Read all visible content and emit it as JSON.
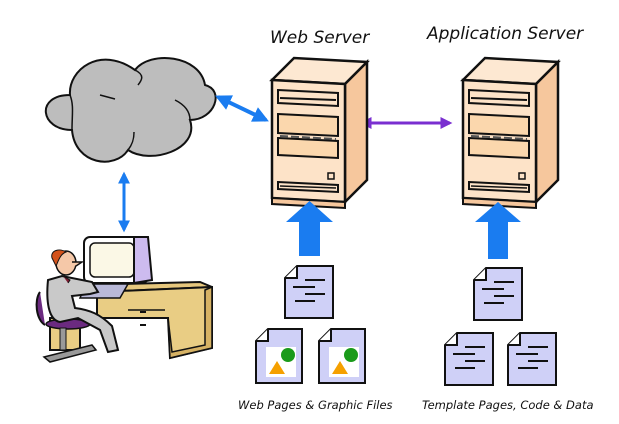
{
  "diagram": {
    "nodes": {
      "internet": {
        "label": "",
        "icon": "cloud-icon",
        "fill": "#bdbdbd"
      },
      "client": {
        "label": "",
        "icon": "user-at-computer-icon"
      },
      "web_server": {
        "label": "Web Server",
        "icon": "server-tower-icon"
      },
      "app_server": {
        "label": "Application Server",
        "icon": "server-tower-icon"
      },
      "web_files": {
        "caption": "Web Pages & Graphic Files",
        "documents": [
          "text-document-icon",
          "image-document-icon",
          "image-document-icon"
        ]
      },
      "app_files": {
        "caption": "Template Pages, Code & Data",
        "documents": [
          "text-document-icon",
          "text-document-icon",
          "text-document-icon"
        ]
      }
    },
    "edges": [
      {
        "from": "internet",
        "to": "web_server",
        "direction": "both",
        "color": "#1a7cf0"
      },
      {
        "from": "internet",
        "to": "client",
        "direction": "both",
        "color": "#1a7cf0"
      },
      {
        "from": "web_server",
        "to": "app_server",
        "direction": "both",
        "color": "#7a2fd0"
      },
      {
        "from": "web_files",
        "to": "web_server",
        "direction": "forward",
        "color": "#1a7cf0"
      },
      {
        "from": "app_files",
        "to": "app_server",
        "direction": "forward",
        "color": "#1a7cf0"
      }
    ],
    "colors": {
      "blue_arrow": "#1a7cf0",
      "purple_arrow": "#7a2fd0",
      "server_front": "#fde3c8",
      "server_side": "#f6c79d",
      "document": "#cfd0f7",
      "cloud": "#bdbdbd",
      "desk": "#e6c77d"
    }
  }
}
